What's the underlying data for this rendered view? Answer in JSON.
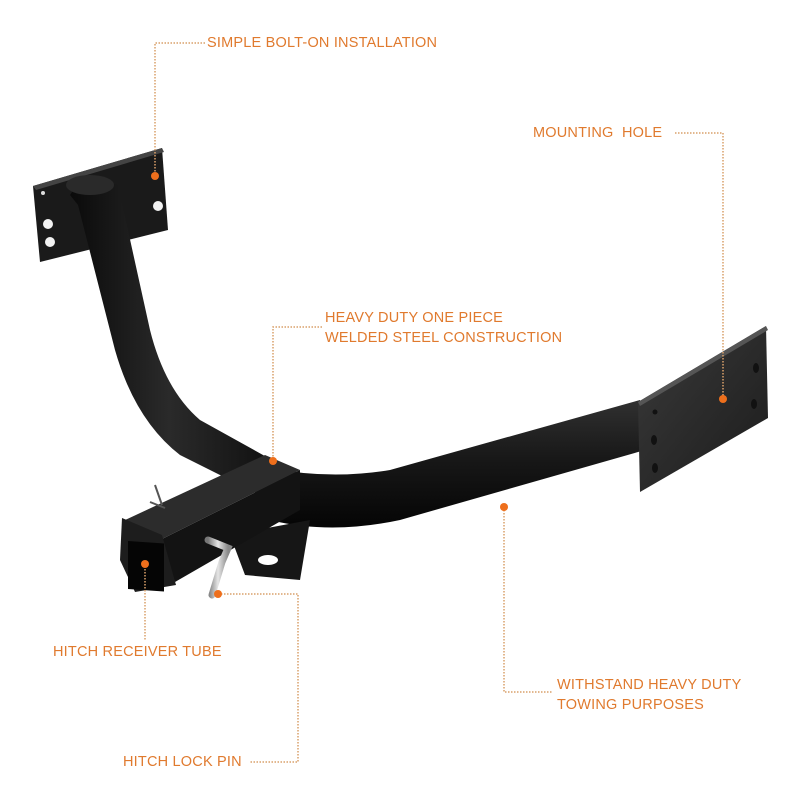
{
  "product": {
    "name": "Trailer Hitch Receiver",
    "finish_color": "#141414",
    "accent_color": "#e07a2e",
    "leader_color": "#d9a06a"
  },
  "callouts": [
    {
      "id": "bolt-on",
      "lines": [
        "SIMPLE BOLT-ON INSTALLATION"
      ]
    },
    {
      "id": "mounting-hole",
      "lines": [
        "MOUNTING  HOLE"
      ]
    },
    {
      "id": "welded",
      "lines": [
        "HEAVY DUTY ONE PIECE",
        "WELDED STEEL CONSTRUCTION"
      ]
    },
    {
      "id": "receiver",
      "lines": [
        "HITCH RECEIVER TUBE"
      ]
    },
    {
      "id": "towing",
      "lines": [
        "WITHSTAND HEAVY DUTY",
        "TOWING PURPOSES"
      ]
    },
    {
      "id": "lock-pin",
      "lines": [
        "HITCH LOCK PIN"
      ]
    }
  ]
}
